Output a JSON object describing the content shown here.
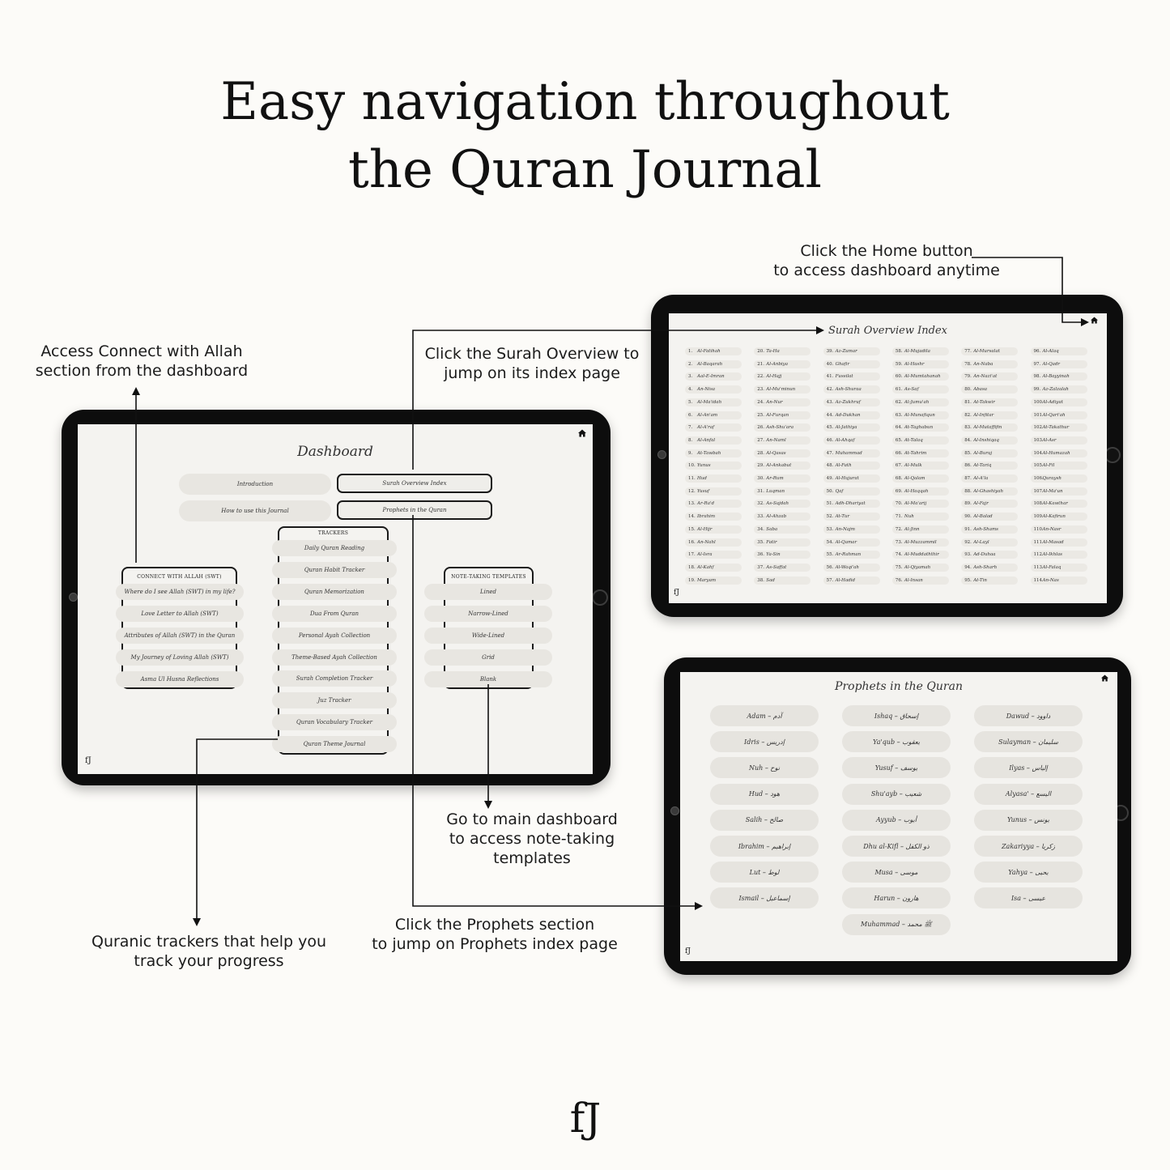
{
  "headline": {
    "line1": "Easy navigation throughout",
    "line2": "the Quran Journal"
  },
  "captions": {
    "home": {
      "line1": "Click the Home button",
      "line2": "to access dashboard anytime"
    },
    "connect": {
      "line1": "Access Connect with Allah",
      "line2": "section from the dashboard"
    },
    "surah": {
      "line1": "Click the Surah Overview to",
      "line2": "jump on its index page"
    },
    "templates": {
      "line1": "Go to main dashboard",
      "line2": "to access note-taking",
      "line3": "templates"
    },
    "prophets": {
      "line1": "Click the Prophets section",
      "line2": "to jump on Prophets index page"
    },
    "trackers": {
      "line1": "Quranic trackers that help you",
      "line2": "track your progress"
    }
  },
  "dashboard": {
    "title": "Dashboard",
    "nav": {
      "introduction": "Introduction",
      "surah_index": "Surah Overview Index",
      "how_to": "How to use this Journal",
      "prophets": "Prophets in the Quran"
    },
    "trackers": {
      "heading": "TRACKERS",
      "items": [
        "Daily Quran Reading",
        "Quran Habit Tracker",
        "Quran Memorization",
        "Dua From Quran",
        "Personal Ayah Collection",
        "Theme-Based Ayah Collection",
        "Surah Completion Tracker",
        "Juz Tracker",
        "Quran Vocabulary Tracker",
        "Quran Theme Journal"
      ]
    },
    "connect": {
      "heading": "CONNECT WITH ALLAH (SWT)",
      "items": [
        "Where do I see Allah (SWT) in my life?",
        "Love Letter to Allah (SWT)",
        "Attributes of Allah (SWT) in the Quran",
        "My Journey of Loving Allah (SWT)",
        "Asma Ul Husna Reflections"
      ]
    },
    "templates": {
      "heading": "NOTE-TAKING TEMPLATES",
      "items": [
        "Lined",
        "Narrow-Lined",
        "Wide-Lined",
        "Grid",
        "Blank"
      ]
    }
  },
  "surah_index": {
    "title": "Surah Overview Index",
    "columns": [
      [
        "1. Al-Fatihah",
        "2. Al-Baqarah",
        "3. Aal-E-Imran",
        "4. An-Nisa",
        "5. Al-Ma'idah",
        "6. Al-An'am",
        "7. Al-A'raf",
        "8. Al-Anfal",
        "9. At-Tawbah",
        "10. Yunus",
        "11. Hud",
        "12. Yusuf",
        "13. Ar-Ra'd",
        "14. Ibrahim",
        "15. Al-Hijr",
        "16. An-Nahl",
        "17. Al-Isra",
        "18. Al-Kahf",
        "19. Maryam"
      ],
      [
        "20. Ta-Ha",
        "21. Al-Anbiya",
        "22. Al-Hajj",
        "23. Al-Mu'minun",
        "24. An-Nur",
        "25. Al-Furqan",
        "26. Ash-Shu'ara",
        "27. An-Naml",
        "28. Al-Qasas",
        "29. Al-Ankabut",
        "30. Ar-Rum",
        "31. Luqman",
        "32. As-Sajdah",
        "33. Al-Ahzab",
        "34. Saba",
        "35. Fatir",
        "36. Ya-Sin",
        "37. As-Saffat",
        "38. Sad"
      ],
      [
        "39. Az-Zumar",
        "40. Ghafir",
        "41. Fussilat",
        "42. Ash-Shuraa",
        "43. Az-Zukhruf",
        "44. Ad-Dukhan",
        "45. Al-Jathiya",
        "46. Al-Ahqaf",
        "47. Muhammad",
        "48. Al-Fath",
        "49. Al-Hujurat",
        "50. Qaf",
        "51. Adh-Dhariyat",
        "52. At-Tur",
        "53. An-Najm",
        "54. Al-Qamar",
        "55. Ar-Rahman",
        "56. Al-Waqi'ah",
        "57. Al-Hadid"
      ],
      [
        "58. Al-Mujadila",
        "59. Al-Hashr",
        "60. Al-Mumtahanah",
        "61. As-Saf",
        "62. Al-Jumu'ah",
        "63. Al-Munafiqun",
        "64. At-Taghabun",
        "65. At-Talaq",
        "66. At-Tahrim",
        "67. Al-Mulk",
        "68. Al-Qalam",
        "69. Al-Haqqah",
        "70. Al-Ma'arij",
        "71. Nuh",
        "72. Al-Jinn",
        "73. Al-Muzzammil",
        "74. Al-Muddaththir",
        "75. Al-Qiyamah",
        "76. Al-Insan"
      ],
      [
        "77. Al-Mursalat",
        "78. An-Naba",
        "79. An-Nazi'at",
        "80. Abasa",
        "81. At-Takwir",
        "82. Al-Infitar",
        "83. Al-Mutaffifin",
        "84. Al-Inshiqaq",
        "85. Al-Buruj",
        "86. At-Tariq",
        "87. Al-A'la",
        "88. Al-Ghashiyah",
        "89. Al-Fajr",
        "90. Al-Balad",
        "91. Ash-Shams",
        "92. Al-Layl",
        "93. Ad-Duhaa",
        "94. Ash-Sharh",
        "95. At-Tin"
      ],
      [
        "96. Al-Alaq",
        "97. Al-Qadr",
        "98. Al-Bayyinah",
        "99. Az-Zalzalah",
        "100. Al-Adiyat",
        "101. Al-Qari'ah",
        "102. At-Takathur",
        "103. Al-Asr",
        "104. Al-Humazah",
        "105. Al-Fil",
        "106. Quraysh",
        "107. Al-Ma'un",
        "108. Al-Kawthar",
        "109. Al-Kafirun",
        "110. An-Nasr",
        "111. Al-Masad",
        "112. Al-Ikhlas",
        "113. Al-Falaq",
        "114. An-Nas"
      ]
    ]
  },
  "prophets_index": {
    "title": "Prophets in the Quran",
    "columns": [
      [
        "Adam – آدم",
        "Idris – إدريس",
        "Nuh – نوح",
        "Hud – هود",
        "Salih – صالح",
        "Ibrahim – إبراهيم",
        "Lut – لوط",
        "Ismail – إسماعيل"
      ],
      [
        "Ishaq – إسحاق",
        "Ya'qub – يعقوب",
        "Yusuf – يوسف",
        "Shu'ayb – شعيب",
        "Ayyub – أيوب",
        "Dhu al-Kifl – ذو الكفل",
        "Musa – موسى",
        "Harun – هارون",
        "Muhammad – ﷺ محمد"
      ],
      [
        "Dawud – داوود",
        "Sulayman – سليمان",
        "Ilyas – إلياس",
        "Alyasa' – اليسع",
        "Yunus – يونس",
        "Zakariyya – زكريا",
        "Yahya – يحيى",
        "Isa – عيسى"
      ]
    ]
  },
  "logo_text": "fJ",
  "colors": {
    "background": "#fcfbf8",
    "screen": "#f4f3f0",
    "pill": "#e8e6e1",
    "device": "#0d0d0d"
  }
}
